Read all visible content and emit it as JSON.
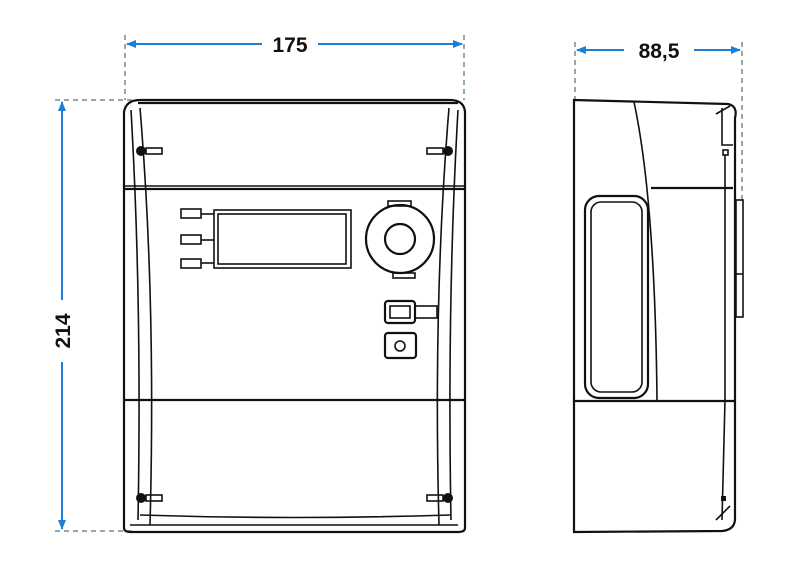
{
  "drawing": {
    "front_view": {
      "width_dimension": "175",
      "height_dimension": "214"
    },
    "side_view": {
      "depth_dimension": "88,5"
    }
  },
  "colors": {
    "dimension_arrow": "#1a7fd6",
    "extension_line": "#6f8f8c",
    "outline": "#111111"
  }
}
